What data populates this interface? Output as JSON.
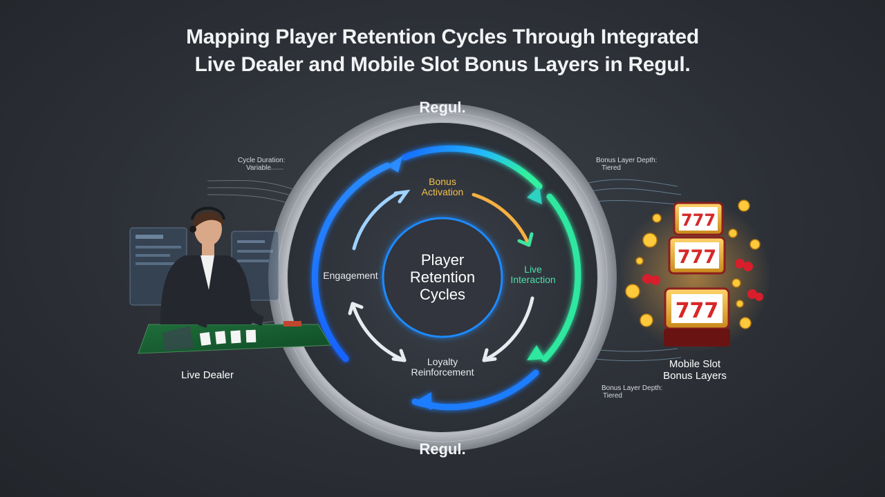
{
  "title": {
    "line1": "Mapping Player Retention Cycles Through Integrated",
    "line2": "Live Dealer and Mobile Slot Bonus Layers in Regul."
  },
  "ring": {
    "brand_top": "Regul.",
    "brand_bottom": "Regul."
  },
  "center": {
    "line1": "Player",
    "line2": "Retention",
    "line3": "Cycles"
  },
  "stages": {
    "bonus_activation": {
      "line1": "Bonus",
      "line2": "Activation",
      "color": "#f2c14e"
    },
    "live_interaction": {
      "line1": "Live",
      "line2": "Interaction",
      "color": "#4de0a8"
    },
    "loyalty_reinforcement": {
      "line1": "Loyalty",
      "line2": "Reinforcement",
      "color": "#e8eaee"
    },
    "engagement": {
      "line1": "Engagement",
      "color": "#e8eaee"
    }
  },
  "notes": {
    "cycle_duration": {
      "line1": "Cycle Duration:",
      "line2": "Variable"
    },
    "bonus_depth_top": {
      "line1": "Bonus Layer Depth:",
      "line2": "Tiered"
    },
    "bonus_depth_bottom": {
      "line1": "Bonus Layer Depth:",
      "line2": "Tiered"
    }
  },
  "sides": {
    "live_dealer": "Live Dealer",
    "mobile_slot": {
      "line1": "Mobile Slot",
      "line2": "Bonus Layers"
    }
  },
  "icons": [
    "live-dealer-illustration",
    "slot-machine-illustration",
    "coin-icon",
    "cherry-icon"
  ],
  "colors": {
    "outer_blue": "#1e88ff",
    "outer_green": "#2ee8a0",
    "accent_orange": "#f5b041"
  }
}
